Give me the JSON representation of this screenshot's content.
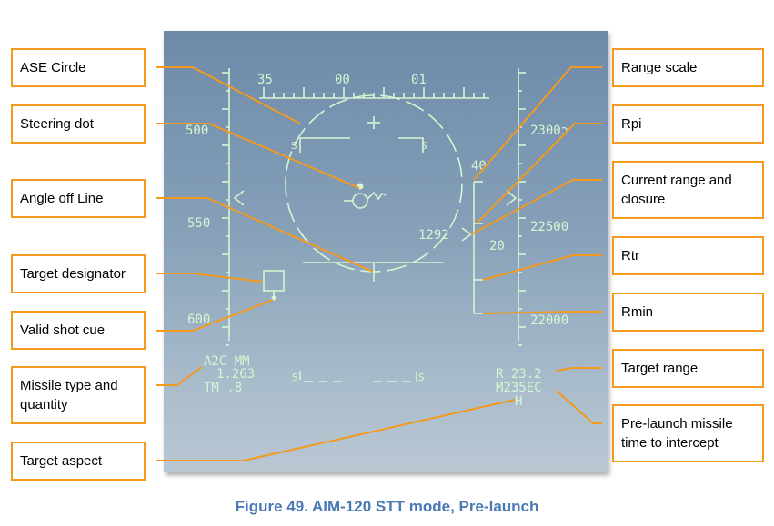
{
  "labels_left": {
    "ase_circle": "ASE Circle",
    "steering_dot": "Steering dot",
    "angle_off_line": "Angle off Line",
    "target_designator": "Target designator",
    "valid_shot_cue": "Valid shot cue",
    "missile_type": "Missile type and quantity",
    "target_aspect": "Target aspect"
  },
  "labels_right": {
    "range_scale": "Range scale",
    "rpi": "Rpi",
    "current_range_closure": "Current range and closure",
    "rtr": "Rtr",
    "rmin": "Rmin",
    "target_range": "Target range",
    "prelaunch_tti": "Pre-launch missile time to intercept"
  },
  "hud": {
    "heading_35": "35",
    "heading_00": "00",
    "heading_01": "01",
    "speed_500": "500",
    "speed_550": "550",
    "speed_600": "600",
    "alt_23000": "2300ɔ",
    "alt_22500": "22500",
    "alt_22000": "22000",
    "range_40": "40",
    "range_20": "20",
    "closure": "1292",
    "weapon_line1": "A2C MM",
    "weapon_line2": "1.263",
    "weapon_line3": "TM .8",
    "target_range": "R 23.2",
    "tti": "M235EC",
    "aspect": "H",
    "s_left": "S",
    "s_right": "S"
  },
  "caption": "Figure 49. AIM-120 STT mode, Pre-launch",
  "colors": {
    "hud_symbology": "#d6f5d2",
    "callout": "#f39a1e",
    "caption": "#4a7ab4"
  }
}
